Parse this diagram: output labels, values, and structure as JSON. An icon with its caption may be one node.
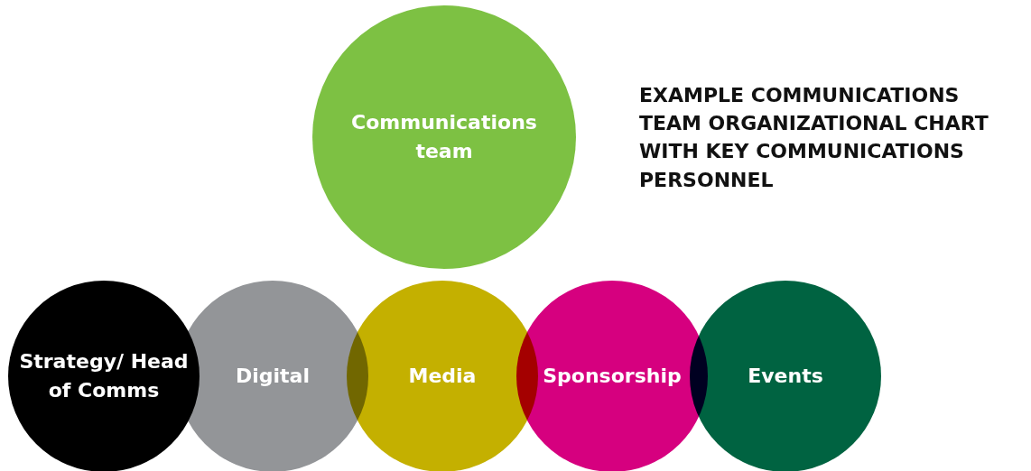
{
  "diagram": {
    "title": "EXAMPLE COMMUNICATIONS TEAM ORGANIZATIONAL CHART WITH KEY COMMUNICATIONS PERSONNEL",
    "nodes": [
      {
        "text": [
          "Communications team"
        ]
      },
      {
        "text": [
          "Strategy/ Head of Comms"
        ]
      },
      {
        "text": [
          "Digital"
        ]
      },
      {
        "text": [
          "Media"
        ]
      },
      {
        "text": [
          "Sponsorship"
        ]
      },
      {
        "text": [
          "Events"
        ]
      }
    ],
    "edges": []
  }
}
